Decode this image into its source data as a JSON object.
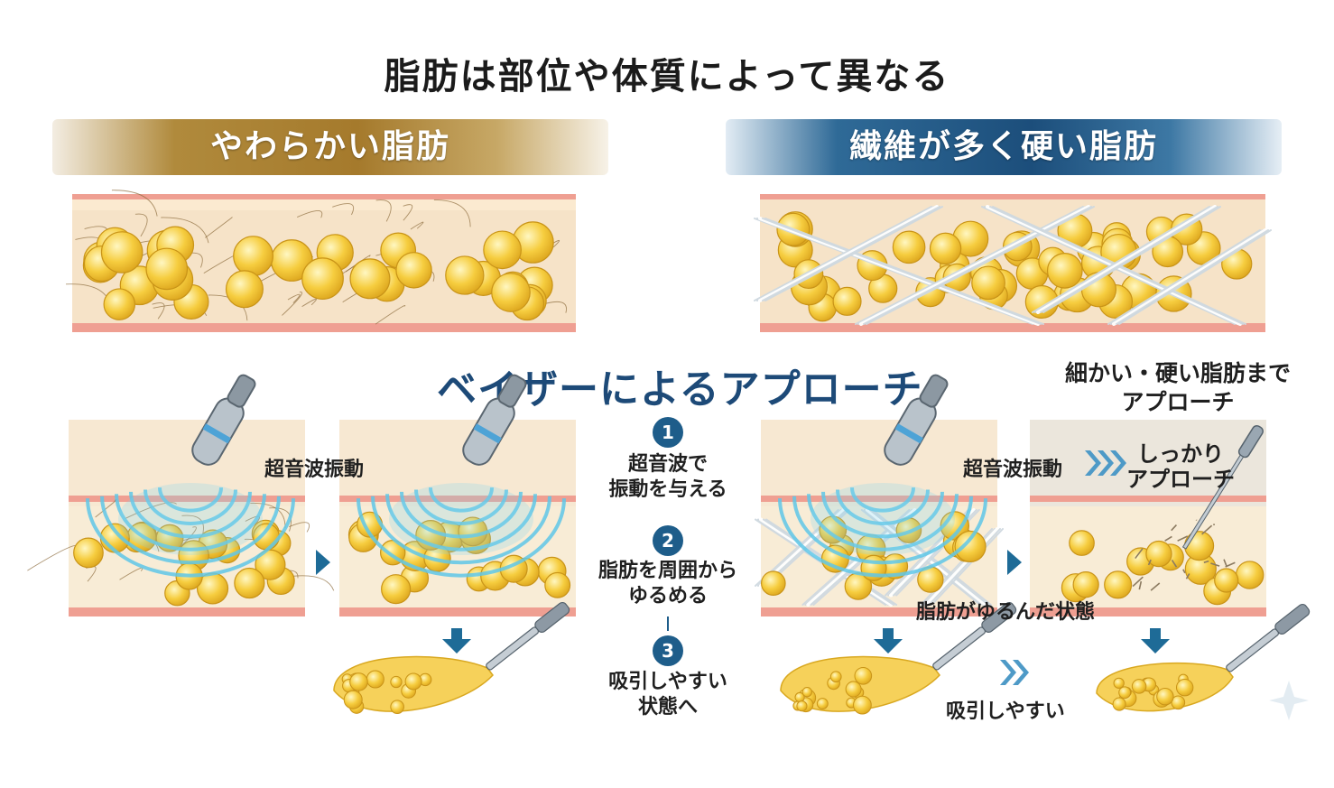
{
  "title": "脂肪は部位や体質によって異なる",
  "soft_fat": {
    "label": "やわらかい脂肪"
  },
  "hard_fat": {
    "label": "繊維が多く硬い脂肪"
  },
  "approach": {
    "title": "ベイザーによるアプローチ",
    "fine_note_line1": "細かい・硬い脂肪まで",
    "fine_note_line2": "アプローチ",
    "vibration_label": "超音波振動",
    "vibration_label_right": "超音波振動",
    "firm_approach_line1": "しっかり",
    "firm_approach_line2": "アプローチ",
    "loosened_state": "脂肪がゆるんだ状態",
    "easy_suction": "吸引しやすい"
  },
  "steps": [
    {
      "num": "1",
      "line1": "超音波で",
      "line2": "振動を与える"
    },
    {
      "num": "2",
      "line1": "脂肪を周囲から",
      "line2": "ゆるめる"
    },
    {
      "num": "3",
      "line1": "吸引しやすい",
      "line2": "状態へ"
    }
  ],
  "colors": {
    "skin": "#f6e3c8",
    "border": "#ef9f92",
    "fat": "#f6cd3f",
    "fiber": "#e7eef3",
    "wave": "#5fc7e8",
    "arrow": "#1e6b97",
    "banner_gold": "#a57a2c",
    "banner_blue": "#1c4e7b"
  }
}
